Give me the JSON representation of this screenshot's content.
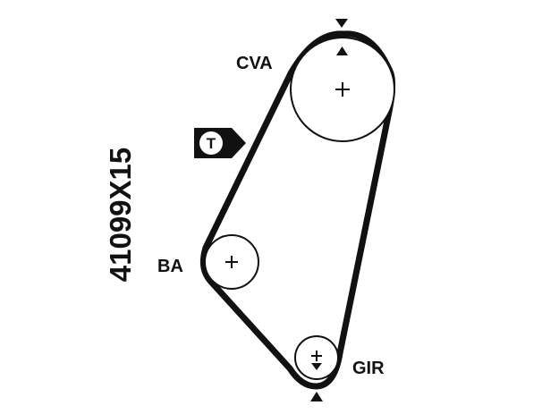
{
  "part_number": "41099X15",
  "pulleys": {
    "cva": {
      "label": "CVA",
      "icon": "plus-icon"
    },
    "ba": {
      "label": "BA",
      "icon": "plus-icon"
    },
    "gir": {
      "label": "GIR",
      "icon": "plus-icon"
    }
  },
  "tensioner": {
    "label": "T",
    "icon": "tensioner-arrow-icon"
  },
  "timing_marks": {
    "icon": "triangle-arrow-icon"
  },
  "colors": {
    "ink": "#111111",
    "background": "#ffffff"
  }
}
